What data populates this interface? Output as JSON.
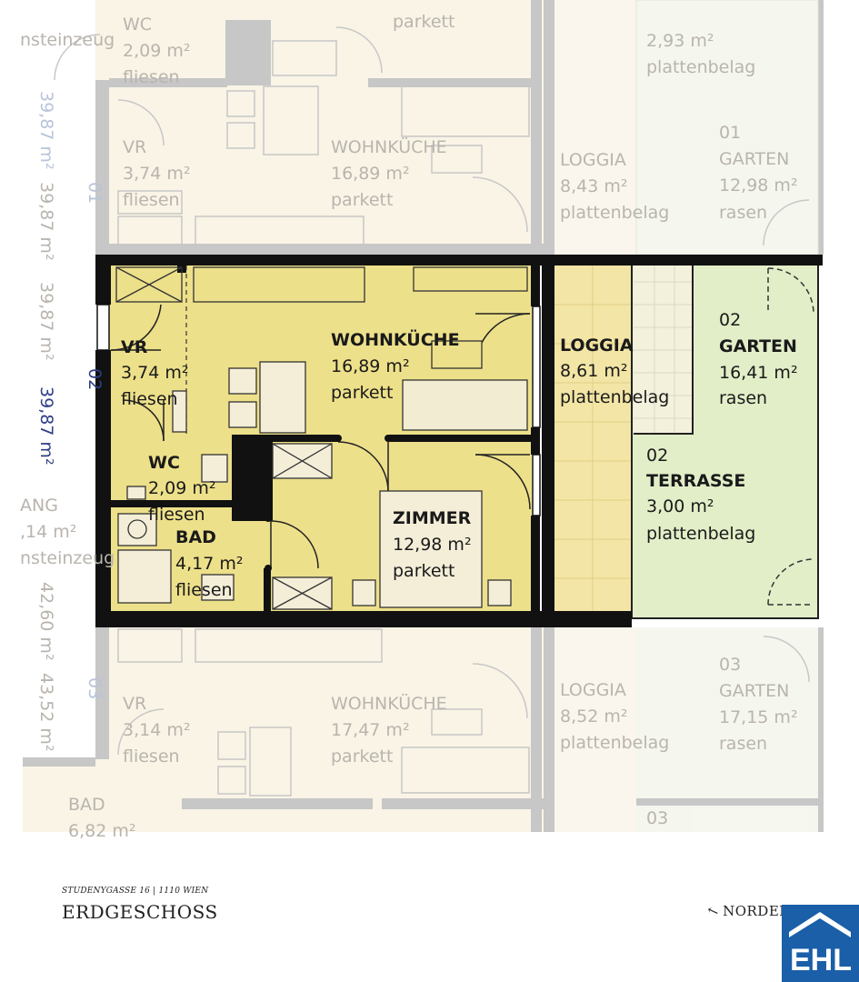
{
  "apartment": {
    "unit_number": "02",
    "total_area": "39,87 m²",
    "rooms": [
      {
        "key": "vr",
        "name": "VR",
        "area": "3,74 m²",
        "floor": "fliesen"
      },
      {
        "key": "wohnkueche",
        "name": "WOHNKÜCHE",
        "area": "16,89 m²",
        "floor": "parkett"
      },
      {
        "key": "wc",
        "name": "WC",
        "area": "2,09 m²",
        "floor": "fliesen"
      },
      {
        "key": "bad",
        "name": "BAD",
        "area": "4,17 m²",
        "floor": "fliesen"
      },
      {
        "key": "zimmer",
        "name": "ZIMMER",
        "area": "12,98 m²",
        "floor": "parkett"
      },
      {
        "key": "loggia",
        "name": "LOGGIA",
        "area": "8,61 m²",
        "floor": "plattenbelag"
      }
    ],
    "garden": {
      "unit": "02",
      "name": "GARTEN",
      "area": "16,41 m²",
      "floor": "rasen"
    },
    "terrace": {
      "unit": "02",
      "name": "TERRASSE",
      "area": "3,00 m²",
      "floor": "plattenbelag"
    }
  },
  "neighbor_above": {
    "unit_number": "01",
    "total_area": "39,87 m²",
    "area_side": "39,87 m²",
    "wc": {
      "name": "WC",
      "area": "2,09 m²",
      "floor": "fliesen"
    },
    "vr": {
      "name": "VR",
      "area": "3,74 m²",
      "floor": "fliesen"
    },
    "wohnkueche": {
      "name": "WOHNKÜCHE",
      "area": "16,89 m²",
      "floor": "parkett"
    },
    "loggia": {
      "name": "LOGGIA",
      "area": "8,43 m²",
      "floor": "plattenbelag"
    },
    "garten": {
      "unit": "01",
      "name": "GARTEN",
      "area": "12,98 m²",
      "floor": "rasen"
    },
    "terrasse_area": "2,93 m²",
    "terrasse_floor": "plattenbelag",
    "parkett_top": "parkett",
    "steinzeug": "nsteinzeug"
  },
  "neighbor_below": {
    "unit_number": "03",
    "area_a": "42,60 m²",
    "area_b": "43,52 m²",
    "vr": {
      "name": "VR",
      "area": "3,14 m²",
      "floor": "fliesen"
    },
    "wohnkueche": {
      "name": "WOHNKÜCHE",
      "area": "17,47 m²",
      "floor": "parkett"
    },
    "loggia": {
      "name": "LOGGIA",
      "area": "8,52 m²",
      "floor": "plattenbelag"
    },
    "garten": {
      "unit": "03",
      "name": "GARTEN",
      "area": "17,15 m²",
      "floor": "rasen"
    },
    "bad": {
      "name": "BAD",
      "area": "6,82 m²"
    },
    "terrasse_unit": "03"
  },
  "neighbor_left": {
    "name": "ANG",
    "area": ",14 m²",
    "floor": "nsteinzeug"
  },
  "footer": {
    "address": "STUDENYGASSE 16 | 1110 WIEN",
    "floor_name": "ERDGESCHOSS",
    "north_label": "NORDEN",
    "north_arrow": "↖",
    "logo_text": "EHL",
    "logo_color": "#1a5fa8"
  },
  "colors": {
    "room_yellow": "#ede08a",
    "loggia_yellow": "#f3e5a6",
    "garden_green": "#e2eec8",
    "wall": "#111111",
    "faded_fill": "#f7f0dc"
  }
}
